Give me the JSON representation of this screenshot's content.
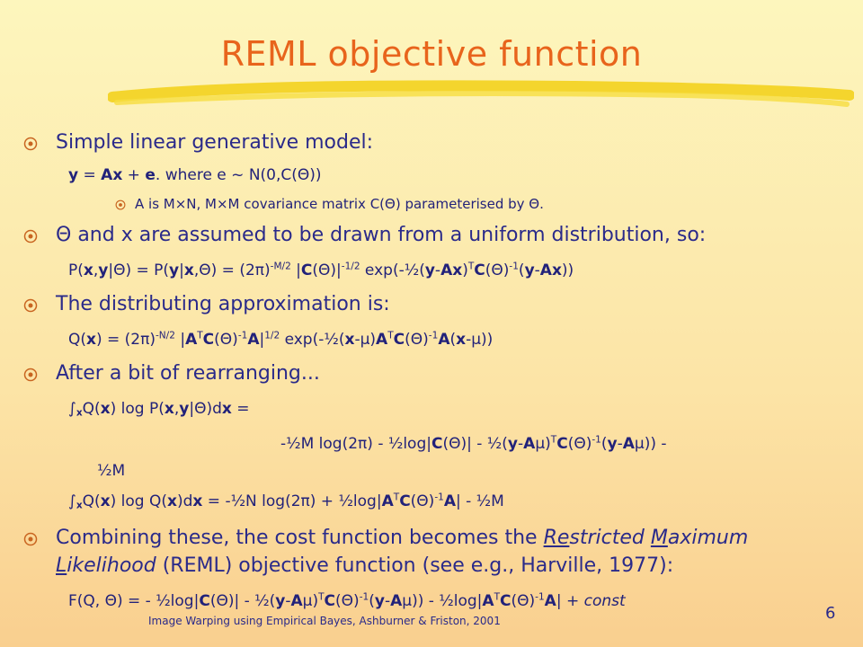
{
  "slide": {
    "title": "REML objective function",
    "footer": "Image Warping using Empirical Bayes,  Ashburner & Friston, 2001",
    "page_number": "6"
  },
  "bullets": {
    "b1": "Simple linear generative model:",
    "b2": "and x are assumed to be drawn from a uniform distribution, so:",
    "b3": "The distributing approximation is:",
    "b4": "After a bit of rearranging...",
    "b5a": "Combining these, the cost function becomes the",
    "b5_re": "Re",
    "b5_stricted": "stricted",
    "b5_m": "M",
    "b5_aximum": "aximum",
    "b5_l": "L",
    "b5b": "ikelihood",
    "b5c": "(REML) objective function (see e.g., Harville, 1977):"
  },
  "sub": {
    "model_eq": "where e ~ N(0,C(Θ))",
    "model_note": "A is M×N, M×M covariance matrix C(Θ) parameterised by Θ."
  },
  "colors": {
    "title": "#e8641c",
    "text": "#2a2a8a",
    "bullet": "#c86420"
  }
}
